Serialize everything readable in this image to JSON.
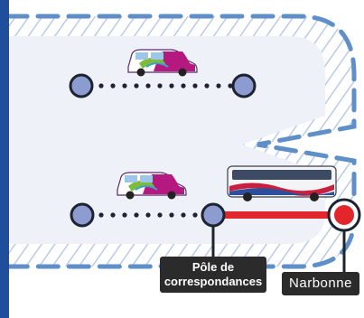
{
  "labels": {
    "hub": "Pôle de correspondances",
    "hub_line1": "Pôle de",
    "hub_line2": "correspondances",
    "destination": "Narbonne"
  },
  "icons": {
    "van_top": "minivan-icon",
    "van_bottom": "minivan-icon",
    "bus": "coach-bus-icon",
    "stop": "stop-circle-icon",
    "terminus": "terminus-marker-icon"
  },
  "colors": {
    "left_bar": "#1f4f9c",
    "zone_dash": "#5f8fc9",
    "zone_fill": "#eef1f7",
    "hatch": "#b9cbe6",
    "stop_fill": "#8c9bd0",
    "stop_stroke": "#1d2430",
    "route_dots": "#1d2430",
    "rail_line": "#e3262b",
    "terminus_red": "#e3262b",
    "label_bg": "#2b2b2b",
    "label_text": "#ffffff"
  }
}
